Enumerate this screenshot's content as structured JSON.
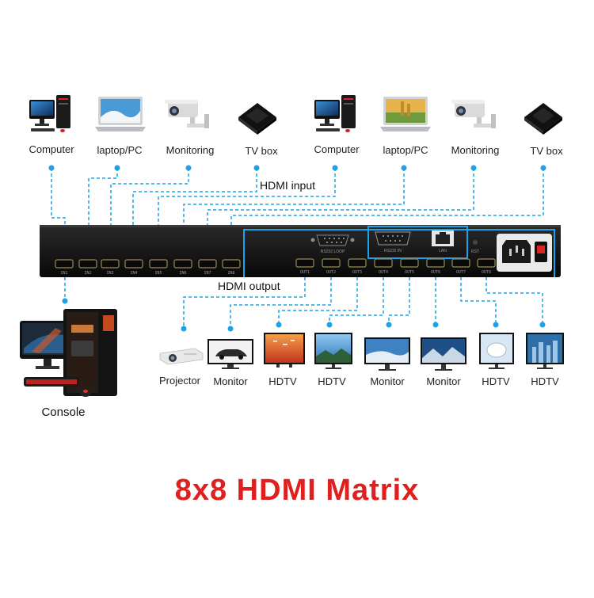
{
  "title": "8x8 HDMI Matrix",
  "title_color": "#e01f1f",
  "accent_color": "#1aa3e8",
  "device_color": "#111111",
  "hdmi_input_label": "HDMI input",
  "hdmi_output_label": "HDMI output",
  "console_label": "Console",
  "rear_panel": {
    "in_ports": [
      "IN1",
      "IN2",
      "IN3",
      "IN4",
      "IN5",
      "IN6",
      "IN7",
      "IN8"
    ],
    "out_ports": [
      "OUT1",
      "OUT2",
      "OUT3",
      "OUT4",
      "OUT5",
      "OUT6",
      "OUT7",
      "OUT8"
    ],
    "rs232_label": "RS232 LOOP",
    "rs232_in_label": "RS232 IN",
    "lan_label": "LAN",
    "reset_label": "RST"
  },
  "inputs": [
    {
      "label": "Computer",
      "icon": "computer-icon"
    },
    {
      "label": "laptop/PC",
      "icon": "laptop-icon"
    },
    {
      "label": "Monitoring",
      "icon": "cctv-camera-icon"
    },
    {
      "label": "TV box",
      "icon": "tv-box-icon"
    },
    {
      "label": "Computer",
      "icon": "computer-icon"
    },
    {
      "label": "laptop/PC",
      "icon": "laptop-icon"
    },
    {
      "label": "Monitoring",
      "icon": "cctv-camera-icon"
    },
    {
      "label": "TV box",
      "icon": "tv-box-icon"
    }
  ],
  "outputs": [
    {
      "label": "Projector",
      "icon": "projector-icon"
    },
    {
      "label": "Monitor",
      "icon": "monitor-icon"
    },
    {
      "label": "HDTV",
      "icon": "hdtv-icon"
    },
    {
      "label": "HDTV",
      "icon": "hdtv-icon"
    },
    {
      "label": "Monitor",
      "icon": "monitor-icon"
    },
    {
      "label": "Monitor",
      "icon": "monitor-icon"
    },
    {
      "label": "HDTV",
      "icon": "hdtv-icon"
    },
    {
      "label": "HDTV",
      "icon": "hdtv-icon"
    }
  ]
}
